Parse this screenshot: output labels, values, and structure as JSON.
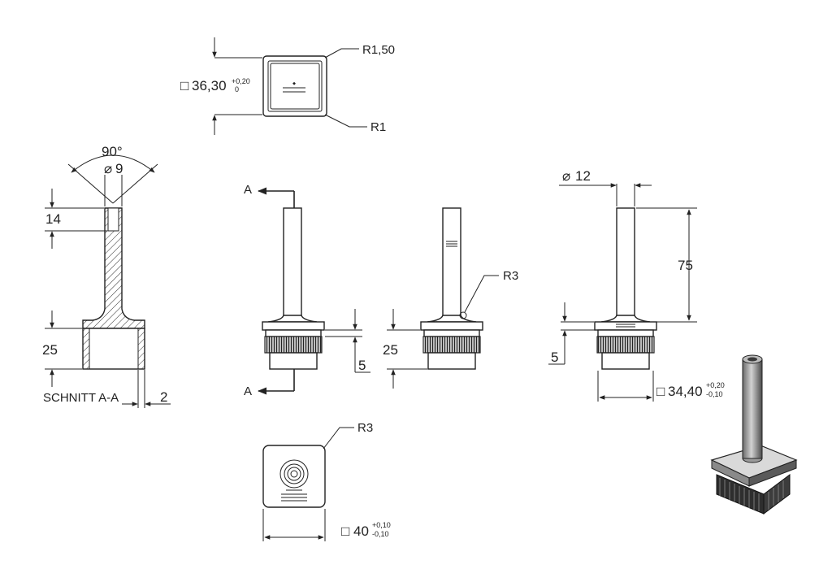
{
  "colors": {
    "ink": "#222222",
    "knurl": "#333333",
    "metal_light": "#c8c8c8",
    "metal_dark": "#3a3a3a"
  },
  "top_view": {
    "size": "36,30",
    "tol_upper": "+0,20",
    "tol_lower": "0",
    "radius_outer": "R1,50",
    "radius_inner": "R1"
  },
  "section": {
    "angle": "90°",
    "bore": "9",
    "depth": "14",
    "base": "25",
    "caption": "SCHNITT A-A",
    "wall": "2"
  },
  "front_view": {
    "section_mark_top": "A",
    "section_mark_bottom": "A",
    "step": "5"
  },
  "side_view": {
    "height": "25",
    "radius": "R3"
  },
  "right_view": {
    "tube": "12",
    "length": "75",
    "step": "5",
    "size": "34,40",
    "tol_upper": "+0,20",
    "tol_lower": "-0,10"
  },
  "bottom_view": {
    "radius": "R3",
    "size": "40",
    "tol_upper": "+0,10",
    "tol_lower": "-0,10"
  }
}
